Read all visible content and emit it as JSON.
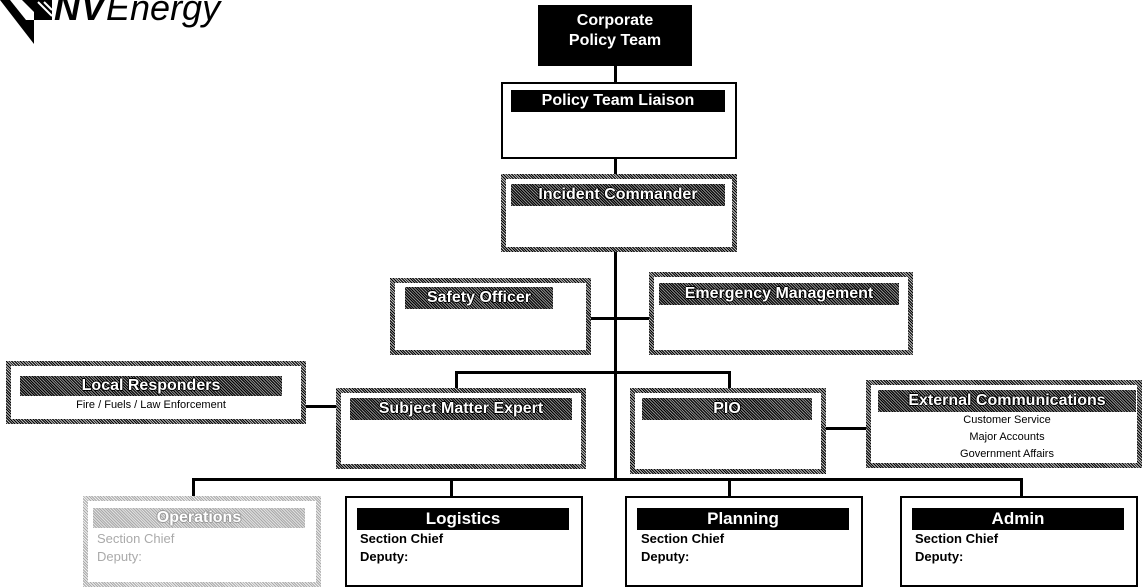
{
  "logo": {
    "nv": "NV",
    "energy": "Energy",
    "mark_icon": "nv-energy-logo-mark"
  },
  "corporate": {
    "line1": "Corporate",
    "line2": "Policy Team"
  },
  "liaison": {
    "title": "Policy Team Liaison"
  },
  "commander": {
    "title": "Incident Commander"
  },
  "safety": {
    "title": "Safety Officer"
  },
  "emergency": {
    "title": "Emergency Management"
  },
  "local": {
    "title": "Local Responders",
    "subtitle": "Fire / Fuels / Law Enforcement"
  },
  "sme": {
    "title": "Subject Matter Expert"
  },
  "pio": {
    "title": "PIO"
  },
  "external": {
    "title": "External Communications",
    "items": [
      "Customer Service",
      "Major Accounts",
      "Government Affairs"
    ]
  },
  "sections": [
    {
      "title": "Operations",
      "chief": "Section Chief",
      "deputy": "Deputy:"
    },
    {
      "title": "Logistics",
      "chief": "Section Chief",
      "deputy": "Deputy:"
    },
    {
      "title": "Planning",
      "chief": "Section Chief",
      "deputy": "Deputy:"
    },
    {
      "title": "Admin",
      "chief": "Section Chief",
      "deputy": "Deputy:"
    }
  ]
}
